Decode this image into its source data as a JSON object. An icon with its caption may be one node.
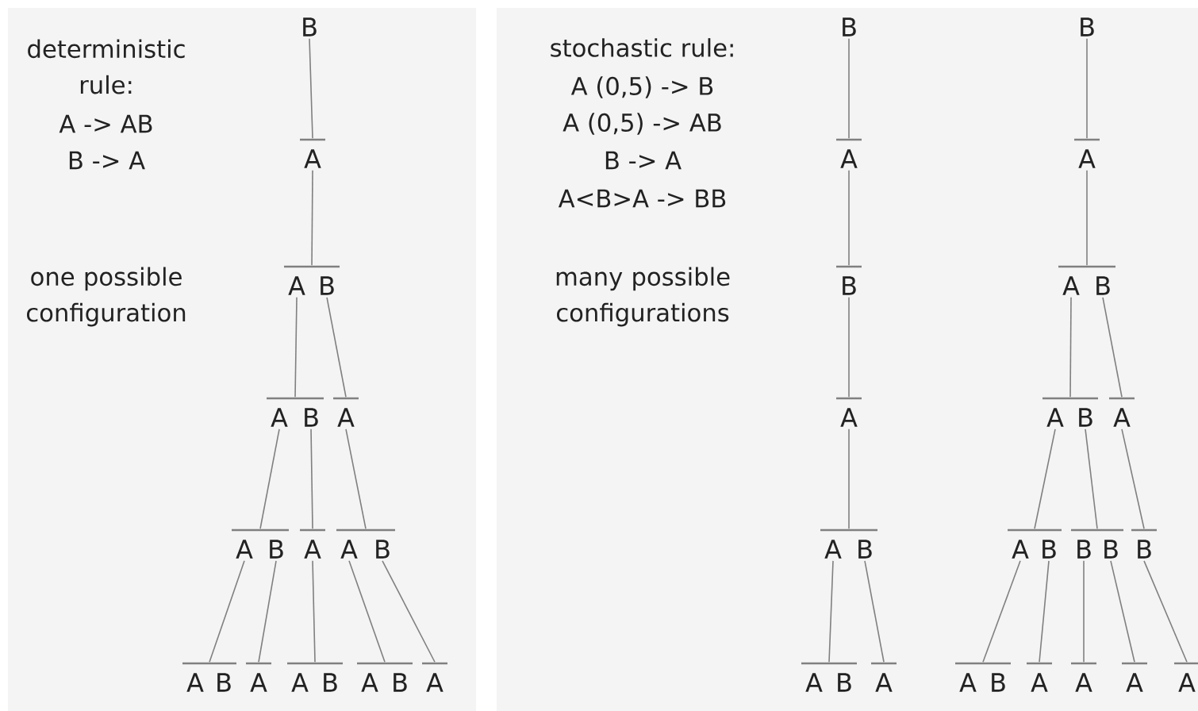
{
  "diagram": {
    "nodes": [
      {
        "text": [
          "B"
        ]
      },
      {
        "text": [
          "A"
        ]
      },
      {
        "text": [
          "A"
        ]
      },
      {
        "text": [
          "B"
        ]
      },
      {
        "text": [
          "A"
        ]
      },
      {
        "text": [
          "B"
        ]
      },
      {
        "text": [
          "A"
        ]
      },
      {
        "text": [
          "A"
        ]
      },
      {
        "text": [
          "B"
        ]
      },
      {
        "text": [
          "A"
        ]
      },
      {
        "text": [
          "A"
        ]
      },
      {
        "text": [
          "B"
        ]
      },
      {
        "text": [
          "A"
        ]
      },
      {
        "text": [
          "B"
        ]
      },
      {
        "text": [
          "A"
        ]
      },
      {
        "text": [
          "A"
        ]
      },
      {
        "text": [
          "B"
        ]
      },
      {
        "text": [
          "A"
        ]
      },
      {
        "text": [
          "B"
        ]
      },
      {
        "text": [
          "A"
        ]
      },
      {
        "text": [
          "B"
        ]
      },
      {
        "text": [
          "A"
        ]
      },
      {
        "text": [
          "B"
        ]
      },
      {
        "text": [
          "A"
        ]
      },
      {
        "text": [
          "A"
        ]
      },
      {
        "text": [
          "B"
        ]
      },
      {
        "text": [
          "A"
        ]
      },
      {
        "text": [
          "B"
        ]
      },
      {
        "text": [
          "A"
        ]
      },
      {
        "text": [
          "B"
        ]
      },
      {
        "text": [
          "A"
        ]
      },
      {
        "text": [
          "A"
        ]
      },
      {
        "text": [
          "B"
        ]
      },
      {
        "text": [
          "A"
        ]
      },
      {
        "text": [
          "B"
        ]
      },
      {
        "text": [
          "A"
        ]
      },
      {
        "text": [
          "A"
        ]
      },
      {
        "text": [
          "B"
        ]
      },
      {
        "text": [
          "B"
        ]
      },
      {
        "text": [
          "B"
        ]
      },
      {
        "text": [
          "B"
        ]
      },
      {
        "text": [
          "A"
        ]
      },
      {
        "text": [
          "B"
        ]
      },
      {
        "text": [
          "A"
        ]
      },
      {
        "text": [
          "A"
        ]
      },
      {
        "text": [
          "A"
        ]
      },
      {
        "text": [
          "A"
        ]
      },
      {
        "text": [],
        "shape": "bar"
      },
      {
        "text": [],
        "shape": "bar"
      },
      {
        "text": [],
        "shape": "bar"
      },
      {
        "text": [],
        "shape": "bar"
      },
      {
        "text": [],
        "shape": "bar"
      },
      {
        "text": [],
        "shape": "bar"
      },
      {
        "text": [],
        "shape": "bar"
      },
      {
        "text": [],
        "shape": "bar"
      },
      {
        "text": [],
        "shape": "bar"
      },
      {
        "text": [],
        "shape": "bar"
      },
      {
        "text": [],
        "shape": "bar"
      },
      {
        "text": [],
        "shape": "bar"
      },
      {
        "text": [],
        "shape": "bar"
      },
      {
        "text": [],
        "shape": "bar"
      },
      {
        "text": [],
        "shape": "bar"
      },
      {
        "text": [],
        "shape": "bar"
      },
      {
        "text": [],
        "shape": "bar"
      },
      {
        "text": [],
        "shape": "bar"
      },
      {
        "text": [],
        "shape": "bar"
      },
      {
        "text": [],
        "shape": "bar"
      },
      {
        "text": [],
        "shape": "bar"
      },
      {
        "text": [],
        "shape": "bar"
      },
      {
        "text": [],
        "shape": "bar"
      },
      {
        "text": [],
        "shape": "bar"
      },
      {
        "text": [],
        "shape": "bar"
      },
      {
        "text": [],
        "shape": "bar"
      },
      {
        "text": [],
        "shape": "bar"
      },
      {
        "text": [],
        "shape": "bar"
      },
      {
        "text": [],
        "shape": "bar"
      },
      {
        "text": [],
        "shape": "bar"
      }
    ],
    "edges": [
      {
        "from": 0,
        "to": 47,
        "arrow": "none"
      },
      {
        "from": 1,
        "to": 48,
        "arrow": "none"
      },
      {
        "from": 2,
        "to": 49,
        "arrow": "none"
      },
      {
        "from": 3,
        "to": 50,
        "arrow": "none"
      },
      {
        "from": 4,
        "to": 51,
        "arrow": "none"
      },
      {
        "from": 5,
        "to": 52,
        "arrow": "none"
      },
      {
        "from": 6,
        "to": 53,
        "arrow": "none"
      },
      {
        "from": 7,
        "to": 54,
        "arrow": "none"
      },
      {
        "from": 8,
        "to": 55,
        "arrow": "none"
      },
      {
        "from": 9,
        "to": 56,
        "arrow": "none"
      },
      {
        "from": 10,
        "to": 57,
        "arrow": "none"
      },
      {
        "from": 11,
        "to": 58,
        "arrow": "none"
      },
      {
        "from": 20,
        "to": 59,
        "arrow": "none"
      },
      {
        "from": 21,
        "to": 60,
        "arrow": "none"
      },
      {
        "from": 22,
        "to": 61,
        "arrow": "none"
      },
      {
        "from": 23,
        "to": 62,
        "arrow": "none"
      },
      {
        "from": 24,
        "to": 63,
        "arrow": "none"
      },
      {
        "from": 25,
        "to": 64,
        "arrow": "none"
      },
      {
        "from": 29,
        "to": 65,
        "arrow": "none"
      },
      {
        "from": 30,
        "to": 66,
        "arrow": "none"
      },
      {
        "from": 31,
        "to": 67,
        "arrow": "none"
      },
      {
        "from": 32,
        "to": 68,
        "arrow": "none"
      },
      {
        "from": 33,
        "to": 69,
        "arrow": "none"
      },
      {
        "from": 34,
        "to": 70,
        "arrow": "none"
      },
      {
        "from": 35,
        "to": 71,
        "arrow": "none"
      },
      {
        "from": 36,
        "to": 72,
        "arrow": "none"
      },
      {
        "from": 37,
        "to": 73,
        "arrow": "none"
      },
      {
        "from": 38,
        "to": 74,
        "arrow": "none"
      },
      {
        "from": 39,
        "to": 75,
        "arrow": "none"
      },
      {
        "from": 40,
        "to": 76,
        "arrow": "none"
      }
    ],
    "labels": [
      "deterministic rule:",
      "A -> AB",
      "B -> A",
      "one possible configuration",
      "stochastic rule:",
      "A (0,5) -> B",
      "A (0,5) -> AB",
      "B -> A",
      "A<B>A -> BB",
      "many possible configurations"
    ]
  }
}
